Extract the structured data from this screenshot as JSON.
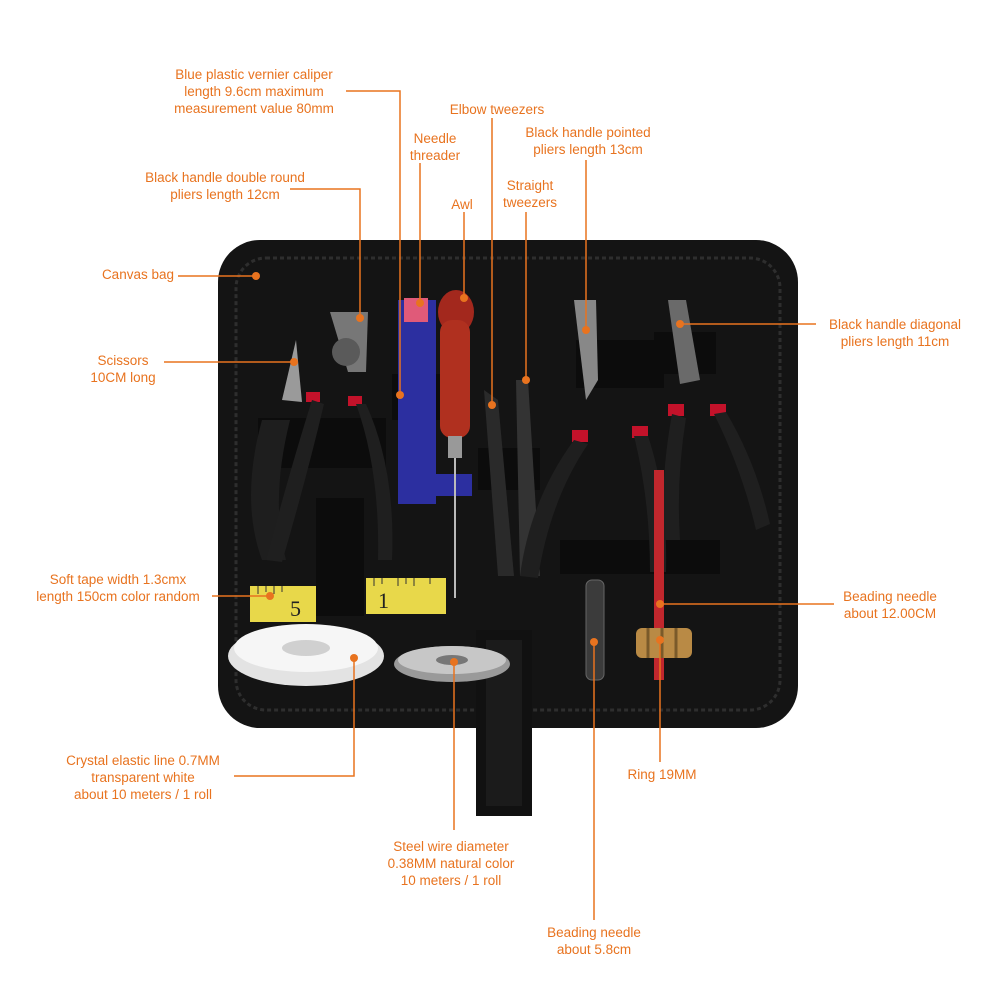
{
  "colors": {
    "annotation": "#e8731f",
    "bag": "#141414",
    "background": "#ffffff"
  },
  "labels": {
    "caliper": [
      "Blue plastic vernier caliper",
      "length 9.6cm maximum",
      "measurement value 80mm"
    ],
    "needle_threader": [
      "Needle",
      "threader"
    ],
    "elbow_tweezers": [
      "Elbow tweezers"
    ],
    "pointed_pliers": [
      "Black handle pointed",
      "pliers length 13cm"
    ],
    "double_round_pliers": [
      "Black handle double round",
      "pliers length 12cm"
    ],
    "awl": [
      "Awl"
    ],
    "straight_tweezers": [
      "Straight",
      "tweezers"
    ],
    "canvas_bag": [
      "Canvas bag"
    ],
    "diagonal_pliers": [
      "Black handle diagonal",
      "pliers length 11cm"
    ],
    "scissors": [
      "Scissors",
      "10CM long"
    ],
    "soft_tape": [
      "Soft tape width 1.3cmx",
      "length 150cm color random"
    ],
    "beading_needle_12": [
      "Beading needle",
      "about 12.00CM"
    ],
    "crystal_line": [
      "Crystal elastic line 0.7MM",
      "transparent white",
      "about 10 meters / 1 roll"
    ],
    "ring": [
      "Ring 19MM"
    ],
    "steel_wire": [
      "Steel wire diameter",
      "0.38MM natural color",
      "10 meters / 1 roll"
    ],
    "beading_needle_5": [
      "Beading needle",
      "about 5.8cm"
    ]
  },
  "tape_marks": {
    "left": "5",
    "right": "1"
  }
}
